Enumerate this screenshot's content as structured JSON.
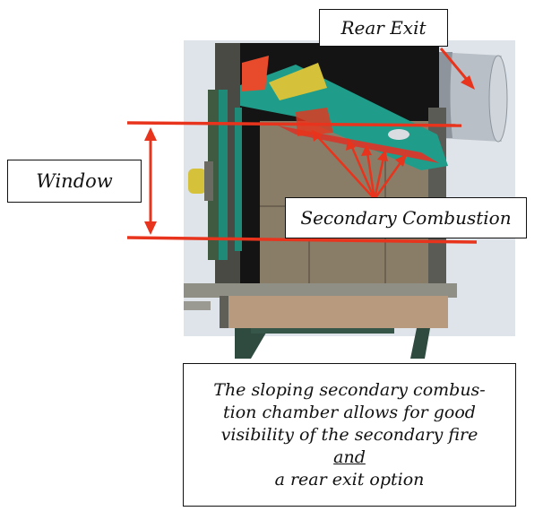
{
  "labels": {
    "rear_exit": "Rear Exit",
    "window": "Window",
    "secondary_combustion": "Secondary Combustion"
  },
  "caption": {
    "line1": "The sloping secondary combus-",
    "line2": "tion chamber allows for good",
    "line3": "visibility of the secondary fire",
    "line4_underlined": "and",
    "line4_rest": " a rear exit option"
  },
  "colors": {
    "arrow": "#e8341c",
    "stove_body": "#4a4a44",
    "firebrick": "#8a7a62",
    "baffle_green": "#1f9d8a",
    "tube_red": "#d84a3a",
    "yellow_part": "#d6c23a",
    "door_frame": "#2f8a78",
    "background_panel": "#d7dde6"
  }
}
